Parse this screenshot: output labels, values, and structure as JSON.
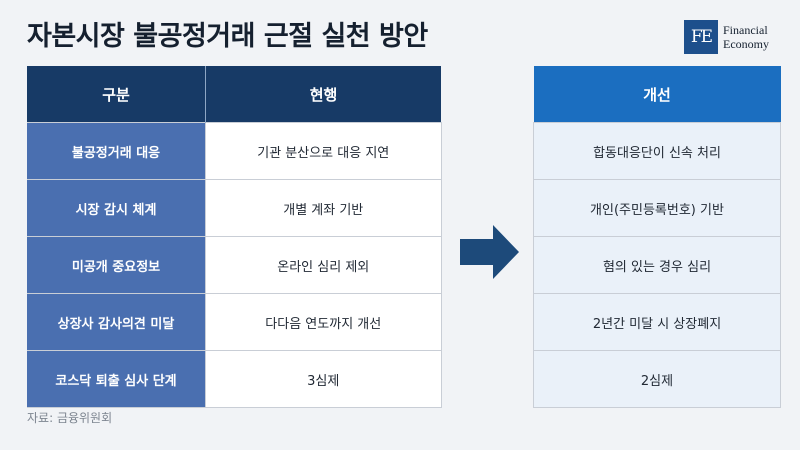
{
  "title": "자본시장 불공정거래 근절 실천 방안",
  "logo": {
    "mark": "FE",
    "line1": "Financial",
    "line2": "Economy"
  },
  "left_table": {
    "headers": [
      "구분",
      "현행"
    ],
    "rows": [
      {
        "category": "불공정거래 대응",
        "current": "기관 분산으로 대응 지연"
      },
      {
        "category": "시장 감시 체계",
        "current": "개별 계좌 기반"
      },
      {
        "category": "미공개 중요정보",
        "current": "온라인 심리 제외"
      },
      {
        "category": "상장사 감사의견 미달",
        "current": "다다음 연도까지 개선"
      },
      {
        "category": "코스닥 퇴출 심사 단계",
        "current": "3심제"
      }
    ]
  },
  "right_table": {
    "header": "개선",
    "rows": [
      "합동대응단이 신속 처리",
      "개인(주민등록번호) 기반",
      "혐의 있는 경우 심리",
      "2년간 미달 시 상장폐지",
      "2심제"
    ]
  },
  "source": "자료: 금융위원회",
  "colors": {
    "header_dark": "#173a66",
    "header_blue": "#1b6ec0",
    "category_bg": "#4a6fb0",
    "arrow": "#1d4a7a",
    "improve_bg": "#eaf1f9"
  },
  "icons": {
    "arrow": "right-arrow-icon",
    "logo": "fe-logo-icon"
  }
}
